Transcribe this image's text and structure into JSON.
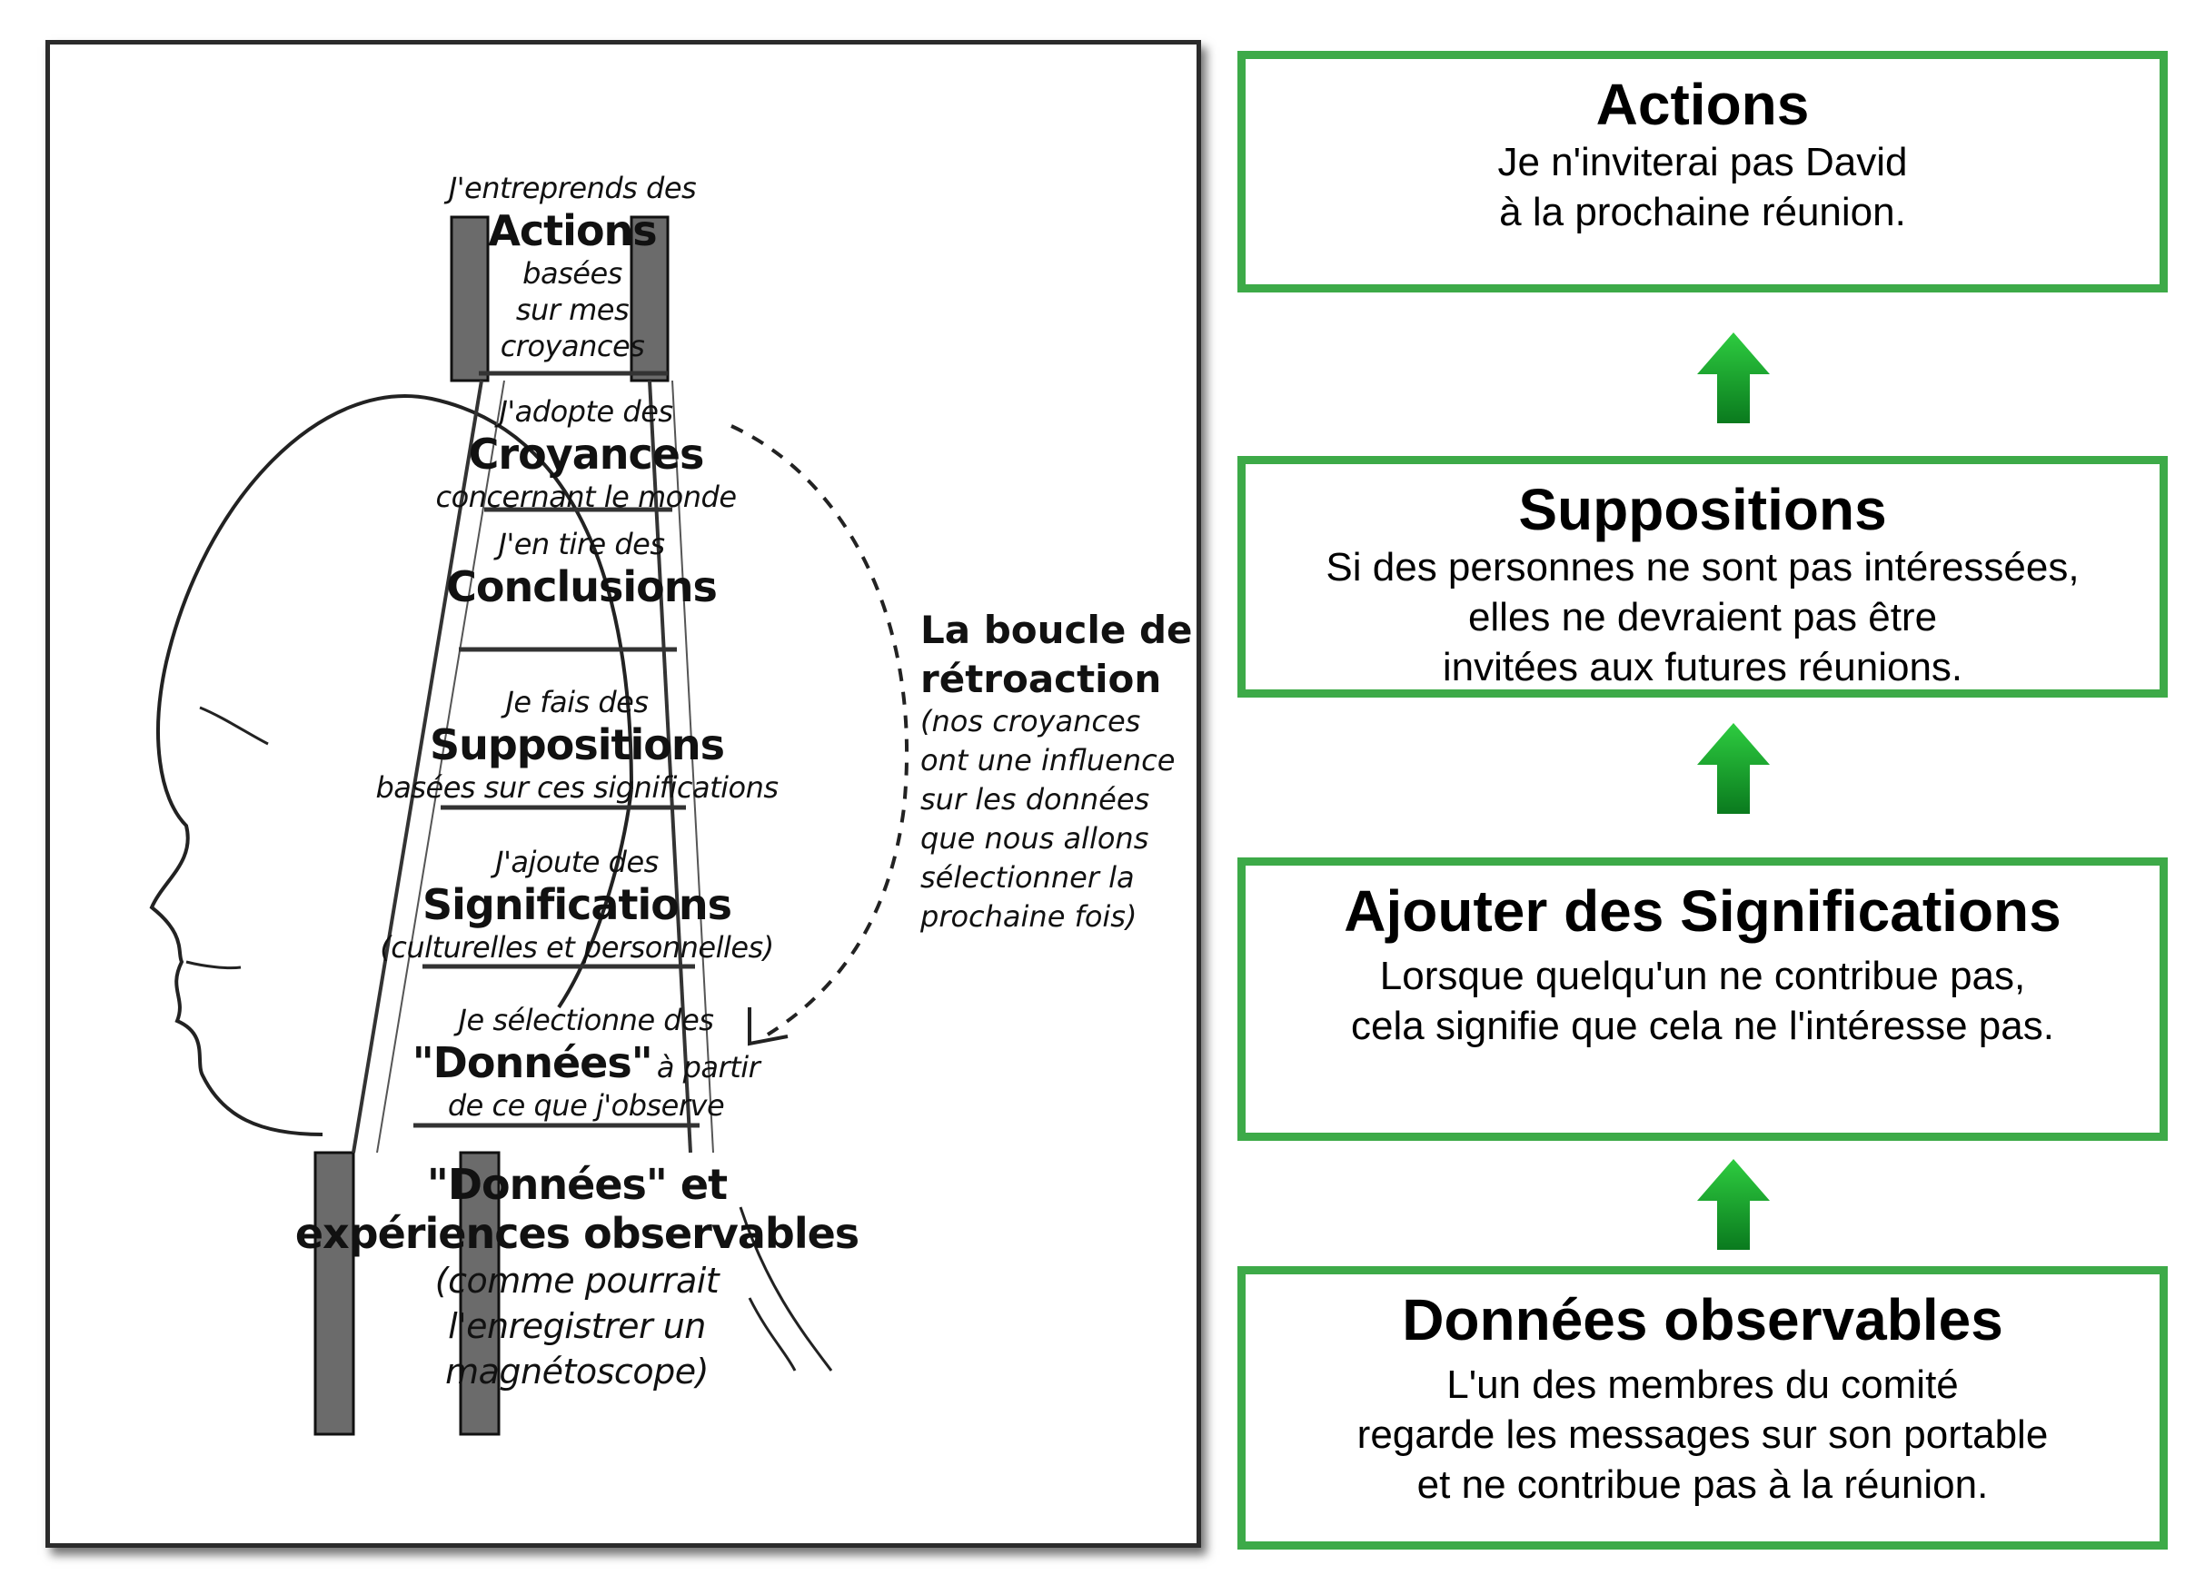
{
  "ladder": {
    "rung_actions": {
      "small_top": "J'entreprends des",
      "big": "Actions",
      "small_lines": [
        "basées",
        "sur mes",
        "croyances"
      ]
    },
    "rung_beliefs": {
      "small_top": "J'adopte des",
      "big": "Croyances",
      "small_bottom": "concernant le monde"
    },
    "rung_conclusions": {
      "small_top": "J'en tire des",
      "big": "Conclusions"
    },
    "rung_assumptions": {
      "small_top": "Je fais des",
      "big": "Suppositions",
      "small_bottom": "basées sur ces significations"
    },
    "rung_meanings": {
      "small_top": "J'ajoute des",
      "big": "Significations",
      "small_bottom": "(culturelles et personnelles)"
    },
    "rung_data": {
      "small_top": "Je sélectionne des",
      "big": "\"Données\"",
      "big_suffix": "à partir",
      "small_bottom": "de ce que j'observe"
    },
    "base": {
      "line1": "\"Données\" et",
      "line2": "expériences observables",
      "small_lines": [
        "(comme pourrait",
        "l'enregistrer un",
        "magnétoscope)"
      ]
    },
    "loop": {
      "title_line1": "La boucle de",
      "title_line2": "rétroaction",
      "body": "(nos croyances\nont une influence\nsur les données\nque nous allons\nsélectionner la\nprochaine fois)"
    }
  },
  "boxes": [
    {
      "title": "Actions",
      "body": "Je n'inviterai pas David\nà la prochaine réunion."
    },
    {
      "title": "Suppositions",
      "body": "Si des personnes ne sont pas intéressées,\nelles ne devraient pas être\ninvitées aux futures réunions."
    },
    {
      "title": "Ajouter des Significations",
      "body": "Lorsque quelqu'un ne contribue pas,\ncela signifie que cela ne l'intéresse pas."
    },
    {
      "title": "Données observables",
      "body": "L'un des membres du comité\nregarde les messages sur son portable\net ne contribue pas à la réunion."
    }
  ],
  "colors": {
    "box_border": "#3daa48",
    "arrow_top": "#2ecc40",
    "arrow_bottom": "#0a7a1e"
  },
  "icons": {
    "arrow": "arrow-up-icon",
    "loop_arrow": "curved-arrow-icon"
  }
}
